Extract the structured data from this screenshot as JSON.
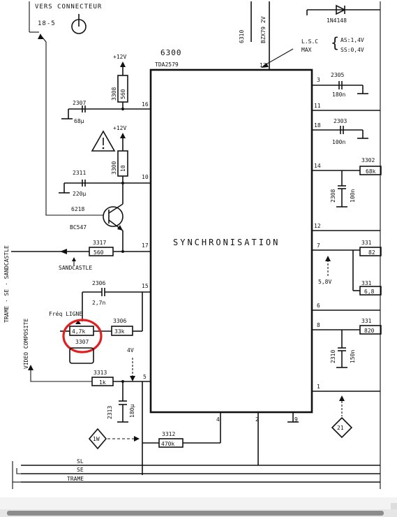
{
  "top_left": {
    "vers_connecteur": "VERS CONNECTEUR",
    "ref_18_5": "18-5"
  },
  "chip": {
    "ref": "6300",
    "part": "TDA2579",
    "function_label": "SYNCHRONISATION"
  },
  "pins": [
    "16",
    "10",
    "17",
    "15",
    "5",
    "13",
    "3",
    "11",
    "18",
    "14",
    "12",
    "7",
    "6",
    "8",
    "1",
    "4",
    "2",
    "9"
  ],
  "components": {
    "r3308": "3308",
    "r3308_val": "560",
    "c2307": "2307",
    "c2307_val": "68µ",
    "supply_12v_a": "+12V",
    "supply_12v_b": "+12V",
    "r3300": "3300",
    "r3300_val": "10",
    "c2311": "2311",
    "c2311_val": "220µ",
    "t6218": "6218",
    "t6218_type": "BC547",
    "r3317": "3317",
    "r3317_val": "560",
    "sandcastle": "SANDCASTLE",
    "c2306": "2306",
    "c2306_val": "2,7n",
    "freq_ligne": "Fréq LIGNE",
    "r_pot_val": "4,7k",
    "r3307": "3307",
    "r3306": "3306",
    "r3306_val": "33k",
    "v_4v": "4V",
    "r3313": "3313",
    "r3313_val": "1k",
    "c2313": "2313",
    "c2313_val": "180µ",
    "r3312": "3312",
    "r3312_val": "470k",
    "marker_1w": "1W",
    "marker_21": "21",
    "d6310": "6310",
    "d6310_type": "BZX79 2V",
    "d1n4148": "1N4148",
    "lsc": "L.S.C",
    "max": "MAX",
    "as_val": "AS:1,4V",
    "ss_val": "SS:0,4V",
    "c2305": "2305",
    "c2305_val": "180n",
    "c2303": "2303",
    "c2303_val": "100n",
    "c2308": "2308",
    "c2308_val": "100n",
    "r3302": "3302",
    "r3302_val": "68k",
    "r331x_a": "331",
    "r331x_a_val": "82",
    "v_58": "5,8V",
    "r331x_b": "331",
    "r331x_b_val": "6,8",
    "r331x_c": "331",
    "r331x_c_val": "820",
    "c2310": "2310",
    "c2310_val": "150n"
  },
  "side_labels": {
    "trame_se_sandcastle": "TRAME · SE · SANDCASTLE",
    "video_composite": "VIDEO COMPOSITE"
  },
  "bus": {
    "sl": "SL",
    "se": "SE",
    "trame": "TRAME"
  },
  "colors": {
    "ink": "#111111",
    "highlight_circle": "#e02020",
    "background": "#ffffff"
  }
}
